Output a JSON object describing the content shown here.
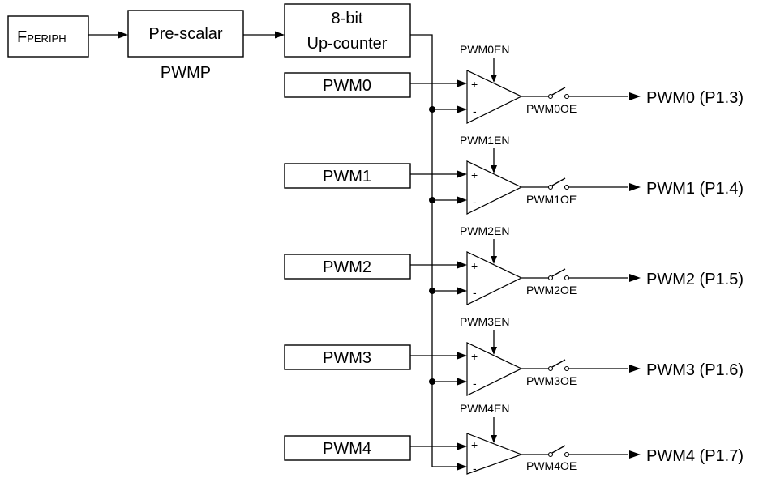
{
  "source": {
    "main": "F",
    "subscript": "PERIPH"
  },
  "prescalar": {
    "label": "Pre-scalar",
    "register": "PWMP"
  },
  "counter": {
    "line1": "8-bit",
    "line2": "Up-counter"
  },
  "comparator_signs": {
    "plus": "+",
    "minus": "-"
  },
  "channels": [
    {
      "reg": "PWM0",
      "enable": "PWM0EN",
      "output_enable": "PWM0OE",
      "output": "PWM0 (P1.3)"
    },
    {
      "reg": "PWM1",
      "enable": "PWM1EN",
      "output_enable": "PWM1OE",
      "output": "PWM1 (P1.4)"
    },
    {
      "reg": "PWM2",
      "enable": "PWM2EN",
      "output_enable": "PWM2OE",
      "output": "PWM2 (P1.5)"
    },
    {
      "reg": "PWM3",
      "enable": "PWM3EN",
      "output_enable": "PWM3OE",
      "output": "PWM3 (P1.6)"
    },
    {
      "reg": "PWM4",
      "enable": "PWM4EN",
      "output_enable": "PWM4OE",
      "output": "PWM4 (P1.7)"
    }
  ]
}
